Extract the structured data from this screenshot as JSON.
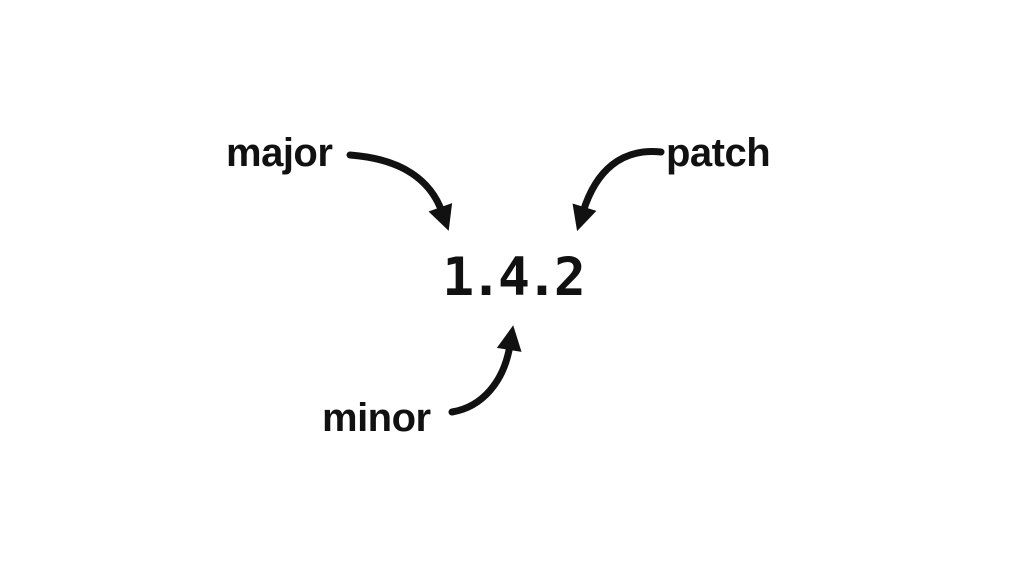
{
  "diagram": {
    "title_semantic": "semantic-version-parts",
    "version": "1.4.2",
    "labels": {
      "major": "major",
      "minor": "minor",
      "patch": "patch"
    },
    "arrows": [
      {
        "name": "major-arrow",
        "from": "major",
        "to": "first digit (1)",
        "shape": "curved-arrow-down-right"
      },
      {
        "name": "patch-arrow",
        "from": "patch",
        "to": "third digit (2)",
        "shape": "curved-arrow-down-left"
      },
      {
        "name": "minor-arrow",
        "from": "minor",
        "to": "second digit (4)",
        "shape": "curved-arrow-up-right"
      }
    ],
    "colors": {
      "foreground": "#111111",
      "background": "#ffffff"
    }
  }
}
